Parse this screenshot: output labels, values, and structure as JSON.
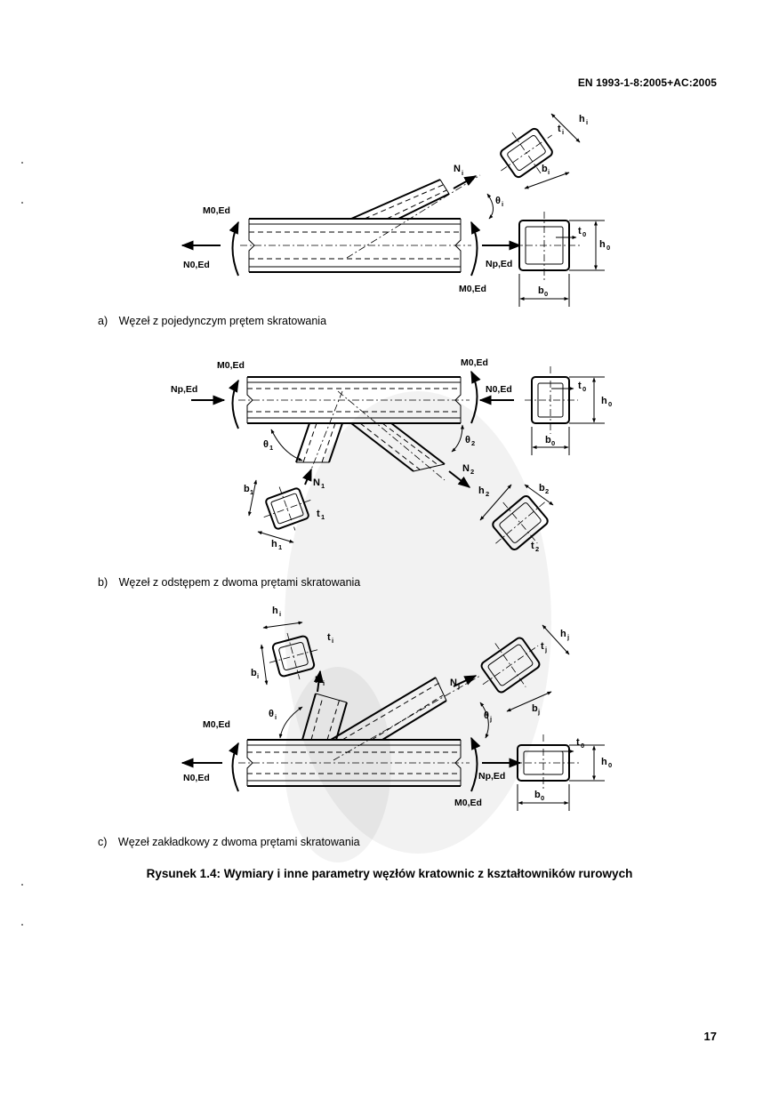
{
  "header": {
    "standard": "EN 1993-1-8:2005+AC:2005"
  },
  "panels": {
    "a": {
      "caption": "a) Węzeł z pojedynczym prętem skratowania",
      "labels": {
        "m0_left": "M0,Ed",
        "n0_left": "N0,Ed",
        "np_right": "Np,Ed",
        "m0_right": "M0,Ed"
      },
      "symbols": {
        "N": "N",
        "i": "i",
        "theta": "θ",
        "t": "t",
        "h": "h",
        "b": "b",
        "zero": "0"
      }
    },
    "b": {
      "caption": "b) Węzeł z odstępem z dwoma prętami skratowania",
      "labels": {
        "m0_left": "M0,Ed",
        "np_left": "Np,Ed",
        "m0_right": "M0,Ed",
        "n0_right": "N0,Ed"
      },
      "symbols": {
        "N": "N",
        "theta": "θ",
        "b": "b",
        "h": "h",
        "t": "t",
        "one": "1",
        "two": "2",
        "zero": "0"
      }
    },
    "c": {
      "caption": "c) Węzeł zakładkowy z dwoma prętami skratowania",
      "labels": {
        "m0_left": "M0,Ed",
        "n0_left": "N0,Ed",
        "np_right": "Np,Ed",
        "m0_right": "M0,Ed"
      },
      "symbols": {
        "N": "N",
        "theta": "θ",
        "b": "b",
        "h": "h",
        "t": "t",
        "i": "i",
        "j": "j",
        "zero": "0"
      }
    }
  },
  "figure_title": "Rysunek 1.4: Wymiary i inne parametry węzłów kratownic z kształtowników rurowych",
  "page_number": "17"
}
